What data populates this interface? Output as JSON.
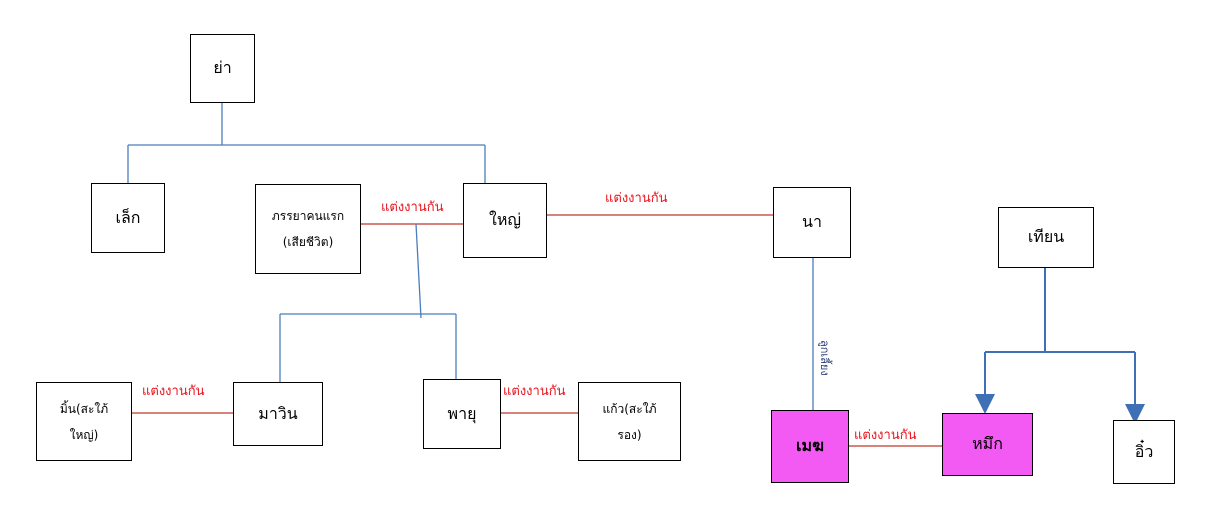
{
  "colors": {
    "line_blue": "#4a7ebb",
    "line_red": "#c0392b",
    "label_red": "#e8141c",
    "highlight_pink": "#f35af3",
    "arrow_blue": "#3f6fb5"
  },
  "nodes": {
    "ya": "ย่า",
    "lek": "เล็ก",
    "first_wife_line1": "ภรรยาคนแรก",
    "first_wife_line2": "(เสียชีวิต)",
    "yai": "ใหญ่",
    "na": "นา",
    "tian": "เทียน",
    "mim_line1": "มิ้น(สะใภ้",
    "mim_line2": "ใหญ่)",
    "mawin": "มาวิน",
    "payu": "พายุ",
    "kaew_line1": "แก้ว(สะใภ้",
    "kaew_line2": "รอง)",
    "mek": "เมฆ",
    "muek": "หมึก",
    "io": "อิ๋ว"
  },
  "labels": {
    "married_1": "แต่งงานกัน",
    "married_2": "แต่งงานกัน",
    "married_3": "แต่งงานกัน",
    "married_4": "แต่งงานกัน",
    "married_5": "แต่งงานกัน",
    "stepchild": "ลูกเลี้ยง"
  }
}
